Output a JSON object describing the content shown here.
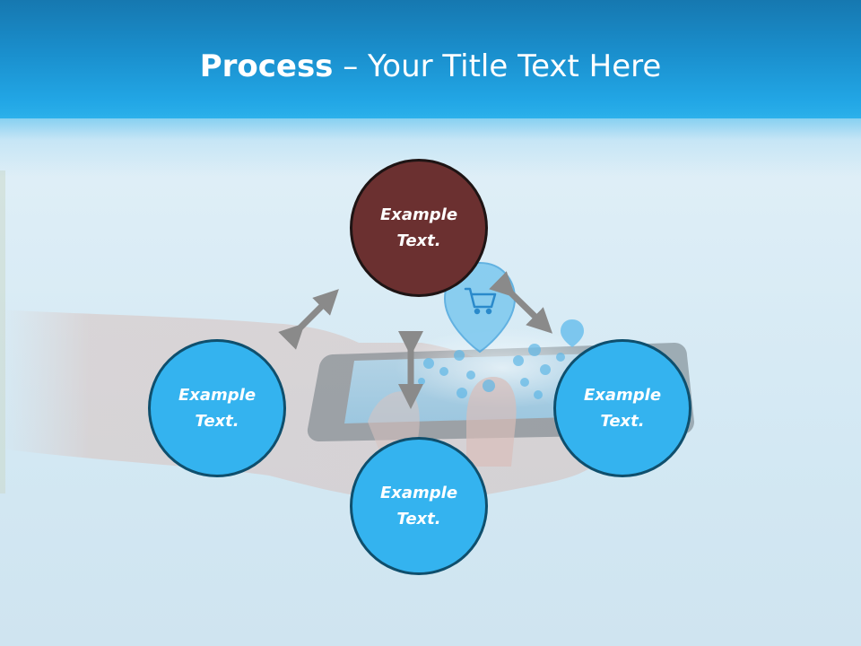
{
  "slide": {
    "title_bold": "Process",
    "title_rest": " – Your Title Text Here"
  },
  "diagram": {
    "nodes": [
      {
        "id": "top",
        "label": "Example\nText."
      },
      {
        "id": "left",
        "label": "Example\nText."
      },
      {
        "id": "bottom",
        "label": "Example\nText."
      },
      {
        "id": "right",
        "label": "Example\nText."
      }
    ]
  },
  "colors": {
    "header": "#1a8fcd",
    "node_fill": "#34b3ef",
    "node_highlight": "#6b3030",
    "arrow": "#8a8a8a"
  },
  "icons": [
    "shopping-cart-icon",
    "location-pin-icon"
  ]
}
